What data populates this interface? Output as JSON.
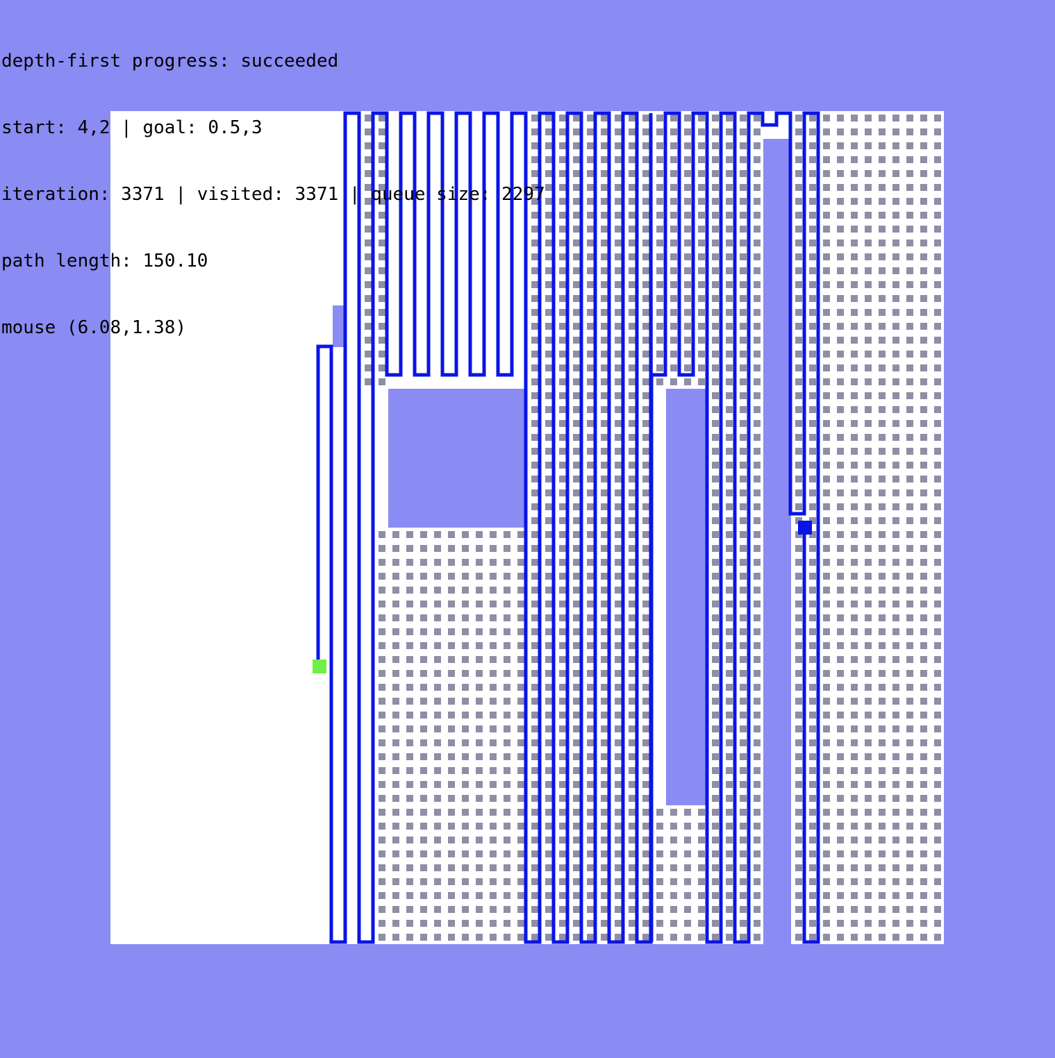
{
  "status": {
    "algorithm_line": "depth-first progress: succeeded",
    "endpoints_line": "start: 4,2 | goal: 0.5,3",
    "counts_line": "iteration: 3371 | visited: 3371 | queue size: 2297",
    "path_line": "path length: 150.10",
    "mouse_line": "mouse (6.08,1.38)"
  },
  "colors": {
    "background": "#8b8bf4",
    "grid_background": "#ffffff",
    "visited_marker": "#8e8ea6",
    "path": "#0a14e6",
    "start_marker": "#6ef044",
    "goal_marker": "#0a14e6",
    "obstacle": "#8b8bf4"
  }
}
